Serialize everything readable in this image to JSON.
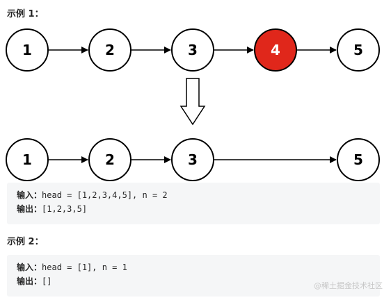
{
  "example1": {
    "heading": "示例 1：",
    "before_nodes": [
      {
        "label": "1",
        "highlighted": false
      },
      {
        "label": "2",
        "highlighted": false
      },
      {
        "label": "3",
        "highlighted": false
      },
      {
        "label": "4",
        "highlighted": true
      },
      {
        "label": "5",
        "highlighted": false
      }
    ],
    "after_nodes": [
      {
        "label": "1"
      },
      {
        "label": "2"
      },
      {
        "label": "3"
      },
      {
        "label": "5"
      }
    ],
    "input_label": "输入：",
    "input_value": "head = [1,2,3,4,5], n = 2",
    "output_label": "输出：",
    "output_value": "[1,2,3,5]"
  },
  "example2": {
    "heading": "示例 2：",
    "input_label": "输入：",
    "input_value": "head = [1], n = 1",
    "output_label": "输出：",
    "output_value": "[]"
  },
  "watermark": "@稀土掘金技术社区",
  "colors": {
    "highlight_fill": "#e0271b",
    "node_stroke": "#000000",
    "code_bg": "#f5f6f7"
  }
}
